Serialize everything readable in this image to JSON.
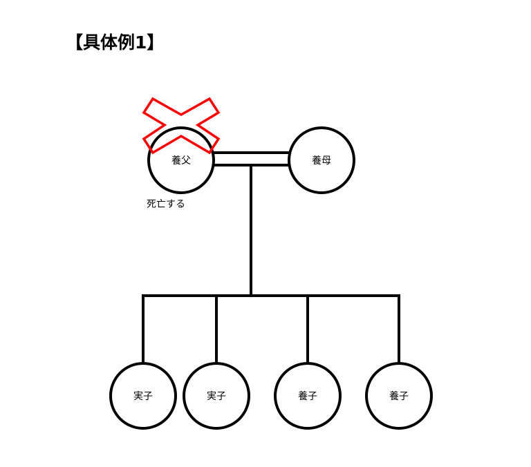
{
  "title": "【具体例1】",
  "parents": {
    "father": "養父",
    "mother": "養母",
    "father_note": "死亡する"
  },
  "children": [
    "実子",
    "実子",
    "養子",
    "養子"
  ],
  "colors": {
    "cross": "#ff0000",
    "line": "#000000"
  }
}
